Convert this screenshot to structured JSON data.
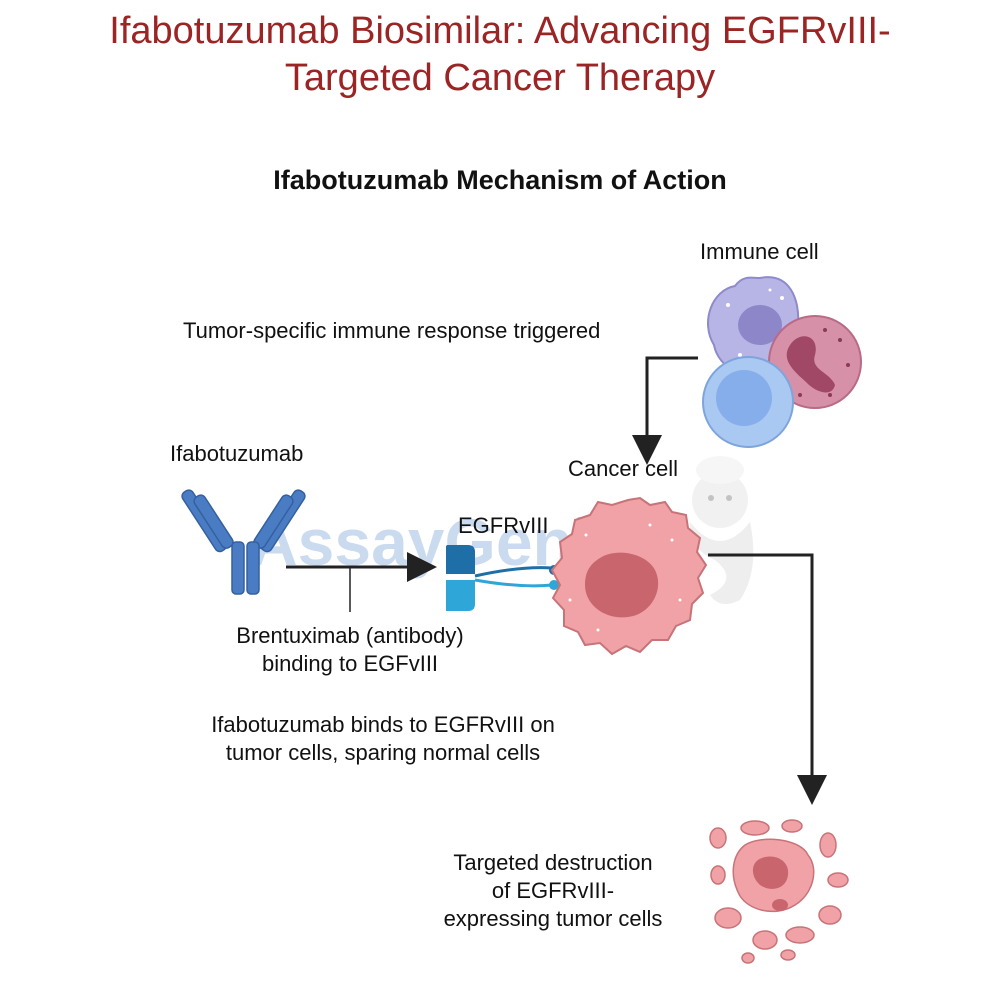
{
  "header": {
    "title_line1": "Ifabotuzumab Biosimilar: Advancing EGFRvIII-",
    "title_line2": "Targeted Cancer Therapy",
    "subtitle": "Ifabotuzumab Mechanism of Action"
  },
  "labels": {
    "immune_cell": "Immune cell",
    "immune_response": "Tumor-specific immune response triggered",
    "antibody": "Ifabotuzumab",
    "cancer_cell": "Cancer cell",
    "receptor": "EGFRvIII",
    "binding_line1": "Brentuximab (antibody)",
    "binding_line2": "binding to EGFvIII",
    "mechanism_line1": "Ifabotuzumab binds to EGFRvIII on",
    "mechanism_line2": "tumor cells, sparing normal cells",
    "destruction_line1": "Targeted destruction",
    "destruction_line2": "of EGFRvIII-",
    "destruction_line3": "expressing tumor cells"
  },
  "watermark": {
    "text": "AssayGenie"
  },
  "colors": {
    "title": "#9b2424",
    "antibody": "#4a7cc4",
    "receptor_dark": "#1e6fa8",
    "receptor_light": "#2fa6d8",
    "cancer_cell": "#f0a2a6",
    "cancer_nucleus": "#c9656c",
    "immune_lavender": "#b7b4e6",
    "immune_pink": "#d690a8",
    "immune_blue": "#a9c8f2"
  }
}
